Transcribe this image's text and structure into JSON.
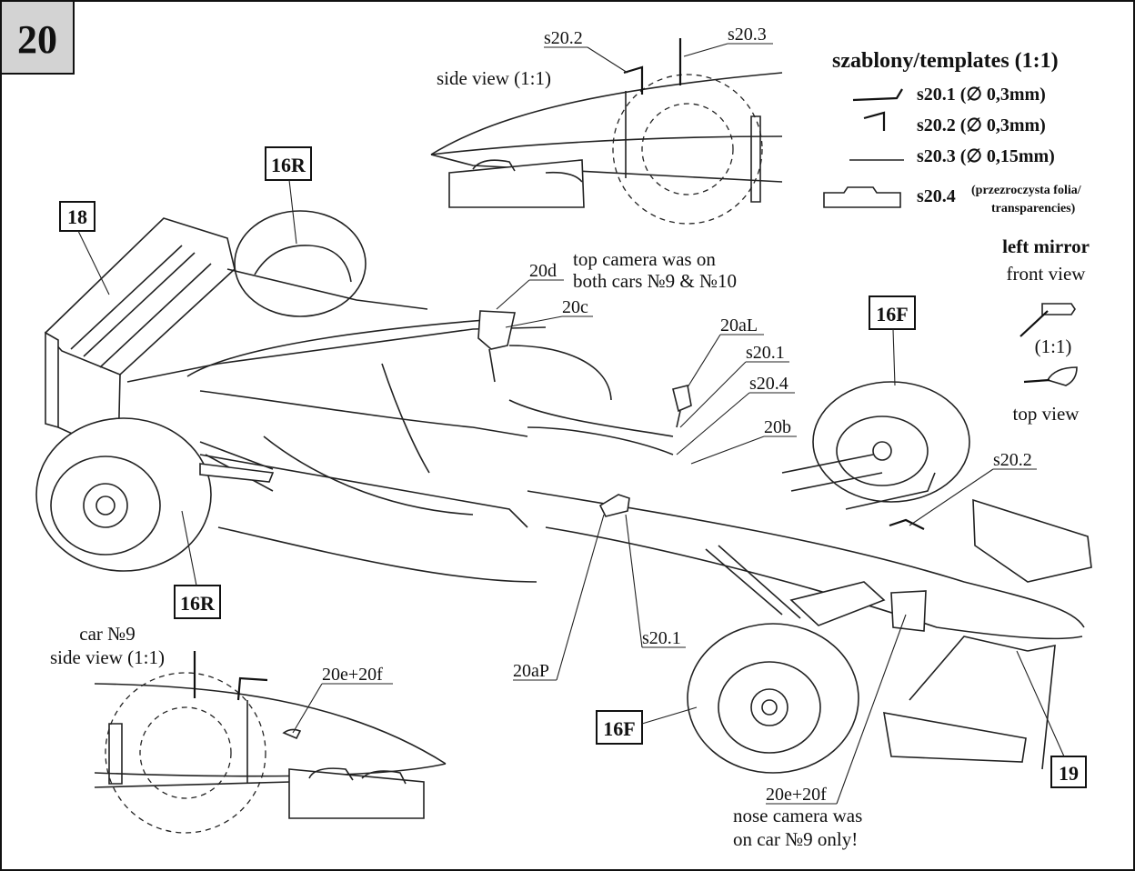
{
  "page_number": "20",
  "views": {
    "side_view_top": "side view (1:1)",
    "car9_line1": "car №9",
    "car9_line2": "side view (1:1)",
    "mirror_title": "left mirror",
    "mirror_front": "front view",
    "mirror_scale": "(1:1)",
    "mirror_top": "top view"
  },
  "templates": {
    "title": "szablony/templates (1:1)",
    "items": [
      {
        "label": "s20.1 (∅ 0,3mm)"
      },
      {
        "label": "s20.2 (∅ 0,3mm)"
      },
      {
        "label": "s20.3 (∅ 0,15mm)"
      },
      {
        "label": "s20.4",
        "note_line1": "(przezroczysta folia/",
        "note_line2": "transparencies)"
      }
    ]
  },
  "callouts": {
    "top_s20_2": "s20.2",
    "top_s20_3": "s20.3",
    "c20d": "20d",
    "camera_note_1": "top camera was on",
    "camera_note_2": "both cars №9 & №10",
    "c20c": "20c",
    "c20aL": "20aL",
    "s20_1_upper": "s20.1",
    "s20_4": "s20.4",
    "c20b": "20b",
    "s20_2_right": "s20.2",
    "s20_1_lower": "s20.1",
    "c20aP": "20aP",
    "c20ef_left": "20e+20f",
    "c20ef_right": "20e+20f",
    "nose_note_1": "nose camera was",
    "nose_note_2": "on car №9 only!"
  },
  "part_boxes": {
    "b18": "18",
    "b16R_top": "16R",
    "b16R_bottom": "16R",
    "b16F_right": "16F",
    "b16F_bottom": "16F",
    "b19": "19"
  }
}
